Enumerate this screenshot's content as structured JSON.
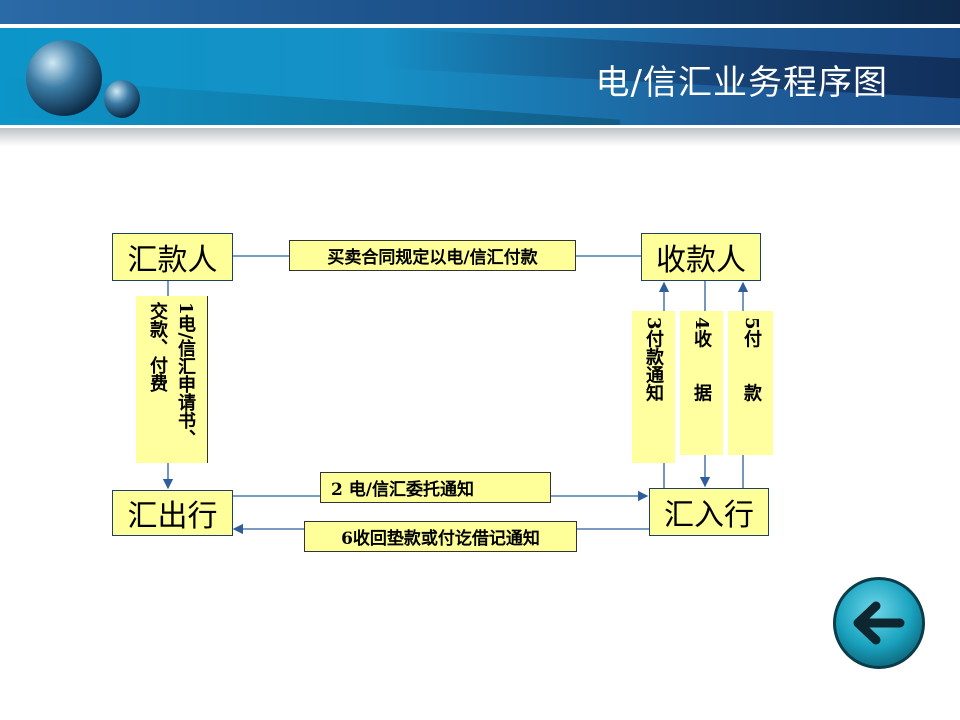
{
  "slide": {
    "title": "电/信汇业务程序图"
  },
  "nodes": {
    "remitter": "汇款人",
    "payee": "收款人",
    "remitting_bank": "汇出行",
    "paying_bank": "汇入行"
  },
  "edges": {
    "contract": "买卖合同规定以电/信汇付款",
    "step1": "1电/信汇申请书、交款、付费",
    "step2": "2 电/信汇委托通知",
    "step3": "3付款通知",
    "step4": "4收 据",
    "step5": "5付 款",
    "step6": "6收回垫款或付讫借记通知"
  },
  "nav": {
    "back_icon": "arrow-left-icon"
  }
}
